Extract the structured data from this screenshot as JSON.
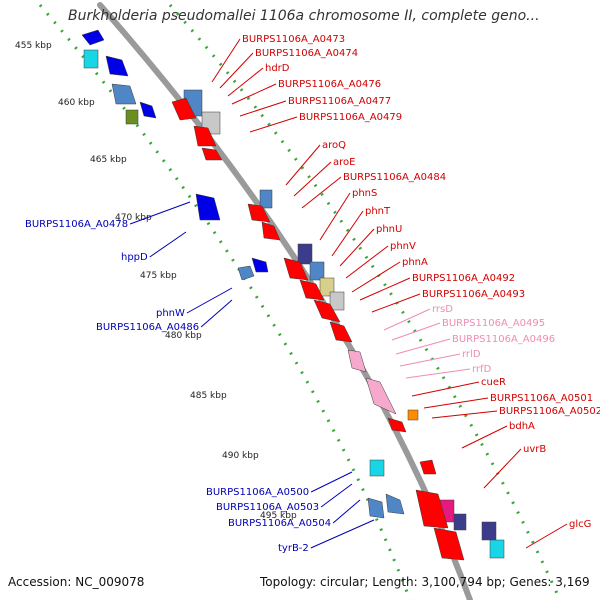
{
  "map": {
    "title": "Burkholderia pseudomallei 1106a chromosome II, complete geno...",
    "accession": "Accession: NC_009078",
    "summary": "Topology: circular; Length: 3,100,794 bp; Genes: 3,169"
  },
  "colors": {
    "backbone": "#9a9a9a",
    "tick_dots": "#3aa63a",
    "forward_label": "#d20000",
    "reverse_label": "#0000b4",
    "rna_label": "#f08cb4",
    "forward_gene": "#ff0000",
    "reverse_gene": "#0000e6",
    "rna_gene": "#f6a9cc",
    "unknown_gene": "#c8c8c8"
  },
  "ticks": [
    {
      "label": "455 kbp"
    },
    {
      "label": "460 kbp"
    },
    {
      "label": "465 kbp"
    },
    {
      "label": "470 kbp"
    },
    {
      "label": "475 kbp"
    },
    {
      "label": "480 kbp"
    },
    {
      "label": "485 kbp"
    },
    {
      "label": "490 kbp"
    },
    {
      "label": "495 kbp"
    }
  ],
  "right_labels": [
    {
      "text": "BURPS1106A_A0473",
      "kind": "forward"
    },
    {
      "text": "BURPS1106A_A0474",
      "kind": "forward"
    },
    {
      "text": "hdrD",
      "kind": "forward"
    },
    {
      "text": "BURPS1106A_A0476",
      "kind": "forward"
    },
    {
      "text": "BURPS1106A_A0477",
      "kind": "forward"
    },
    {
      "text": "BURPS1106A_A0479",
      "kind": "forward"
    },
    {
      "text": "aroQ",
      "kind": "forward"
    },
    {
      "text": "aroE",
      "kind": "forward"
    },
    {
      "text": "BURPS1106A_A0484",
      "kind": "forward"
    },
    {
      "text": "phnS",
      "kind": "forward"
    },
    {
      "text": "phnT",
      "kind": "forward"
    },
    {
      "text": "phnU",
      "kind": "forward"
    },
    {
      "text": "phnV",
      "kind": "forward"
    },
    {
      "text": "phnA",
      "kind": "forward"
    },
    {
      "text": "BURPS1106A_A0492",
      "kind": "forward"
    },
    {
      "text": "BURPS1106A_A0493",
      "kind": "forward"
    },
    {
      "text": "rrsD",
      "kind": "rna"
    },
    {
      "text": "BURPS1106A_A0495",
      "kind": "rna"
    },
    {
      "text": "BURPS1106A_A0496",
      "kind": "rna"
    },
    {
      "text": "rrlD",
      "kind": "rna"
    },
    {
      "text": "rrfD",
      "kind": "rna"
    },
    {
      "text": "cueR",
      "kind": "forward"
    },
    {
      "text": "BURPS1106A_A0501",
      "kind": "forward"
    },
    {
      "text": "BURPS1106A_A0502",
      "kind": "forward"
    },
    {
      "text": "bdhA",
      "kind": "forward"
    },
    {
      "text": "uvrB",
      "kind": "forward"
    },
    {
      "text": "glcG",
      "kind": "forward"
    }
  ],
  "left_labels": [
    {
      "text": "BURPS1106A_A0478",
      "kind": "reverse"
    },
    {
      "text": "hppD",
      "kind": "reverse"
    },
    {
      "text": "phnW",
      "kind": "reverse"
    },
    {
      "text": "BURPS1106A_A0486",
      "kind": "reverse"
    },
    {
      "text": "BURPS1106A_A0500",
      "kind": "reverse"
    },
    {
      "text": "BURPS1106A_A0503",
      "kind": "reverse"
    },
    {
      "text": "BURPS1106A_A0504",
      "kind": "reverse"
    },
    {
      "text": "tyrB-2",
      "kind": "reverse"
    }
  ]
}
